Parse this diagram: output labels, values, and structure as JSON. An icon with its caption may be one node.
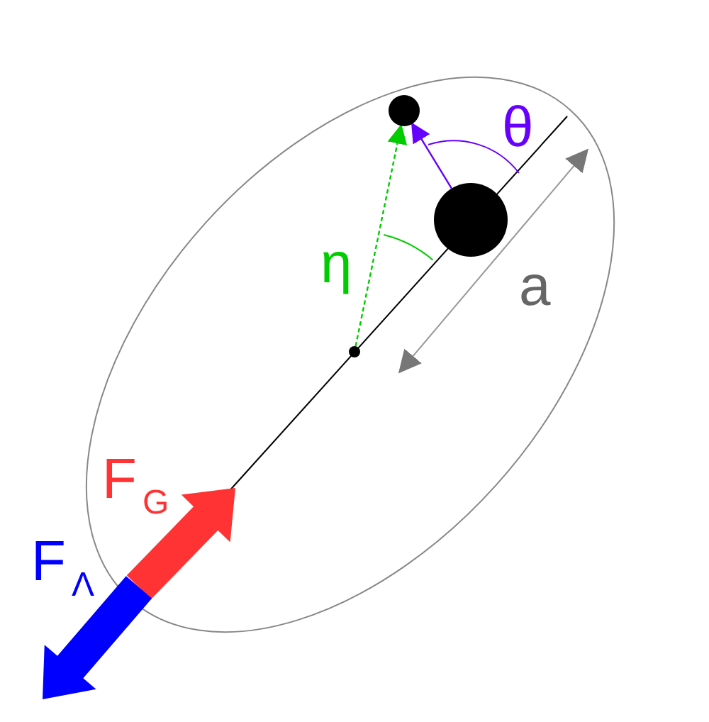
{
  "diagram": {
    "nodes": [
      {
        "text": [],
        "shape": "circle"
      },
      {
        "text": [],
        "shape": "circle"
      },
      {
        "text": [],
        "shape": "circle"
      }
    ],
    "edges": [
      {
        "from": 1,
        "to": 0,
        "arrow": "to",
        "color": "#6600ff"
      },
      {
        "from": 2,
        "to": 0,
        "arrow": "to",
        "style": "dashed",
        "color": "#00cc00"
      }
    ],
    "labels": [
      "θ",
      "η",
      "a",
      "F$_{G}$",
      "F$_{Λ}$"
    ]
  }
}
